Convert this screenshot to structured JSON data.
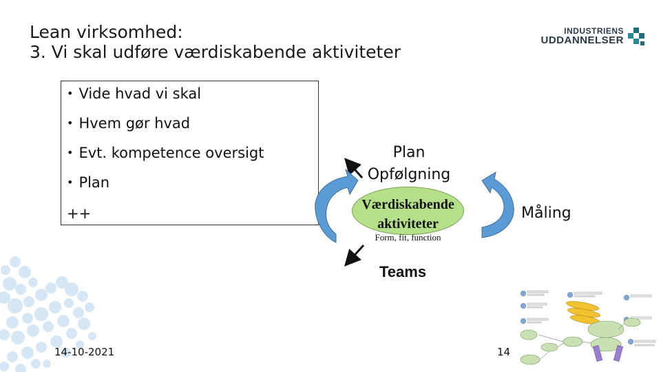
{
  "slide": {
    "title_line1": "Lean virksomhed:",
    "title_line2": "3. Vi skal udføre værdiskabende aktiviteter",
    "logo_line1": "INDUSTRIENS",
    "logo_line2": "UDDANNELSER",
    "bullets": [
      "Vide hvad vi skal",
      "Hvem gør hvad",
      "Evt. kompetence oversigt",
      "Plan"
    ],
    "extra": "++",
    "cycle": {
      "plan": "Plan",
      "followup": "Opfølgning",
      "center_line1": "Værdiskabende",
      "center_line2": "aktiviteter",
      "center_sub": "Form, fit, function",
      "measure": "Måling",
      "teams": "Teams"
    },
    "footer": {
      "date": "14-10-2021",
      "page": "14"
    }
  },
  "colors": {
    "accent_blue": "#5b9bd5",
    "accent_green": "#b5e08a",
    "logo_teal": "#1f6f7a",
    "dots": "#cfe3f2"
  },
  "icons": [
    "logo-squares-icon",
    "dot-pattern-decoration",
    "diagram-thumbnail-icon"
  ]
}
